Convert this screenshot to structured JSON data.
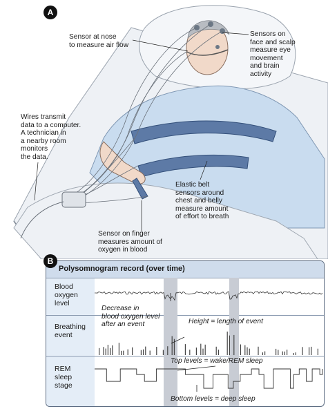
{
  "panel_a": {
    "badge": "A",
    "labels": {
      "nose_sensor": [
        "Sensor at nose",
        "to measure air flow"
      ],
      "face_sensors": [
        "Sensors on",
        "face and scalp",
        "measure eye",
        "movement",
        "and brain",
        "activity"
      ],
      "wires": [
        "Wires transmit",
        "data to a computer.",
        "A technician in",
        "a nearby room",
        "monitors",
        "the data."
      ],
      "belt": [
        "Elastic belt",
        "sensors around",
        "chest and belly",
        "measure amount",
        "of effort to breath"
      ],
      "finger": [
        "Sensor on finger",
        "measures amount of",
        "oxygen in blood"
      ]
    }
  },
  "panel_b": {
    "badge": "B",
    "title": "Polysomnogram record (over time)",
    "rows": [
      {
        "label": [
          "Blood",
          "oxygen",
          "level"
        ]
      },
      {
        "label": [
          "Breathing",
          "event"
        ]
      },
      {
        "label": [
          "REM",
          "sleep",
          "stage"
        ]
      }
    ],
    "annotations": {
      "decrease": [
        "Decrease in",
        "blood oxygen level",
        "after an event"
      ],
      "height": "Height = length of event",
      "top_levels": "Top levels = wake/REM sleep",
      "bottom_levels": "Bottom levels = deep sleep"
    },
    "colors": {
      "header": "#cfdcec",
      "row_label_bg": "#e4edf7",
      "highlight": "#c8ccd4",
      "trace": "#333333"
    }
  }
}
